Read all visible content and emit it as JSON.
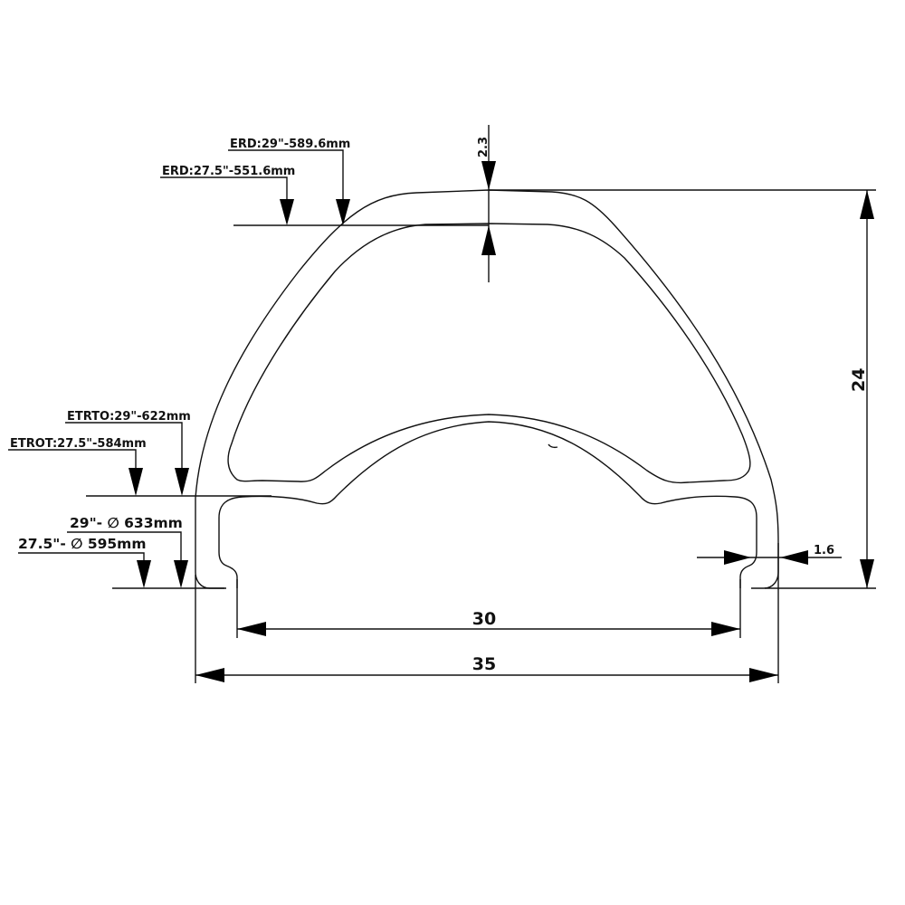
{
  "diagram": {
    "type": "technical-drawing",
    "subject": "bicycle rim cross-section profile",
    "units": "mm",
    "colors": {
      "line": "#111111",
      "background": "#ffffff"
    }
  },
  "annotations": {
    "erd_29": "ERD:29\"-589.6mm",
    "erd_275": "ERD:27.5\"-551.6mm",
    "etrto_29": "ETRTO:29\"-622mm",
    "etrto_275": "ETROT:27.5\"-584mm",
    "dia_29": "29\"- ∅ 633mm",
    "dia_275": "27.5\"- ∅ 595mm"
  },
  "dimensions": {
    "wall_thickness_top": "2.3",
    "height": "24",
    "hook_thickness": "1.6",
    "inner_width": "30",
    "outer_width": "35"
  }
}
